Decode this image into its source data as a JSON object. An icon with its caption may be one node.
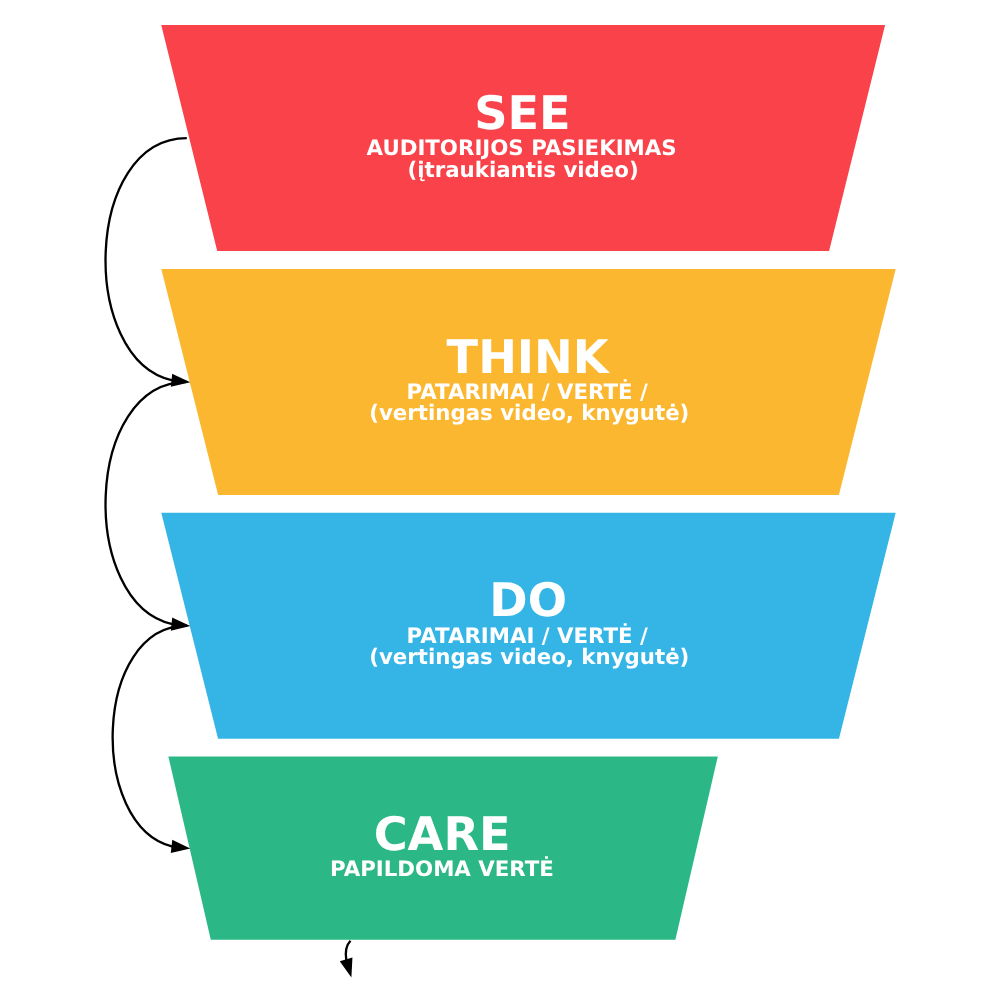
{
  "diagram": {
    "nodes": [
      {
        "text": [
          "SEE",
          "AUDITORIJOS PASIEKIMAS (įtraukiantis video)"
        ]
      },
      {
        "text": [
          "THINK",
          "PATARIMAI / VERTĖ / (vertingas video, knygutė)"
        ]
      },
      {
        "text": [
          "DO",
          "PATARIMAI / VERTĖ / (vertingas video, knygutė)"
        ]
      },
      {
        "text": [
          "CARE",
          "PAPILDOMA VERTĖ"
        ]
      }
    ],
    "edges": [
      {
        "from": 0,
        "to": 1,
        "arrow": "to"
      },
      {
        "from": 1,
        "to": 2,
        "arrow": "to"
      },
      {
        "from": 2,
        "to": 3,
        "arrow": "to"
      },
      {
        "from": 3,
        "to": null,
        "arrow": "to"
      }
    ]
  }
}
